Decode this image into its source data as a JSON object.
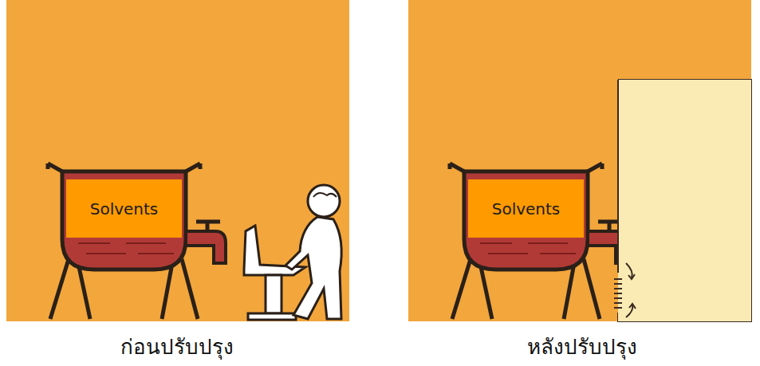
{
  "diagram": {
    "nodes": [
      {
        "text": [
          "Solvents"
        ]
      },
      {
        "text": [
          "Solvents"
        ]
      }
    ],
    "labels": [
      "ก่อนปรับปรุง",
      "หลังปรับปรุง"
    ]
  }
}
